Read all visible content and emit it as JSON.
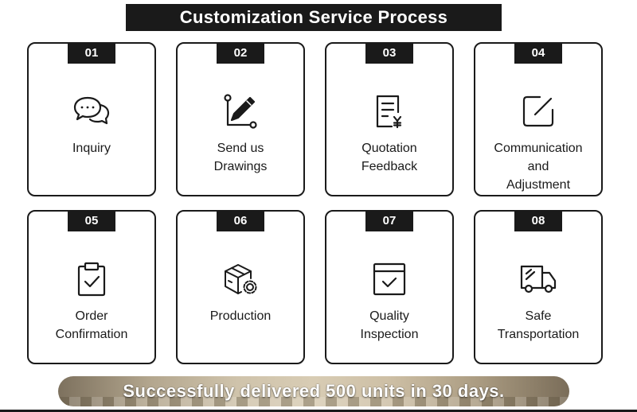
{
  "title": "Customization Service Process",
  "steps": [
    {
      "number": "01",
      "lines": [
        "Inquiry"
      ],
      "icon": "chat-bubbles-icon"
    },
    {
      "number": "02",
      "lines": [
        "Send us",
        "Drawings"
      ],
      "icon": "drawing-pen-icon"
    },
    {
      "number": "03",
      "lines": [
        "Quotation",
        "Feedback"
      ],
      "icon": "quotation-document-icon"
    },
    {
      "number": "04",
      "lines": [
        "Communication",
        "and",
        "Adjustment"
      ],
      "icon": "edit-square-icon"
    },
    {
      "number": "05",
      "lines": [
        "Order",
        "Confirmation"
      ],
      "icon": "clipboard-check-icon"
    },
    {
      "number": "06",
      "lines": [
        "Production"
      ],
      "icon": "box-gear-icon"
    },
    {
      "number": "07",
      "lines": [
        "Quality",
        "Inspection"
      ],
      "icon": "inspection-check-icon"
    },
    {
      "number": "08",
      "lines": [
        "Safe",
        "Transportation"
      ],
      "icon": "delivery-truck-icon"
    }
  ],
  "footer": "Successfully delivered 500 units in 30 days.",
  "colors": {
    "primary": "#1a1a1a",
    "background": "#ffffff",
    "banner": "#b3a68e"
  }
}
